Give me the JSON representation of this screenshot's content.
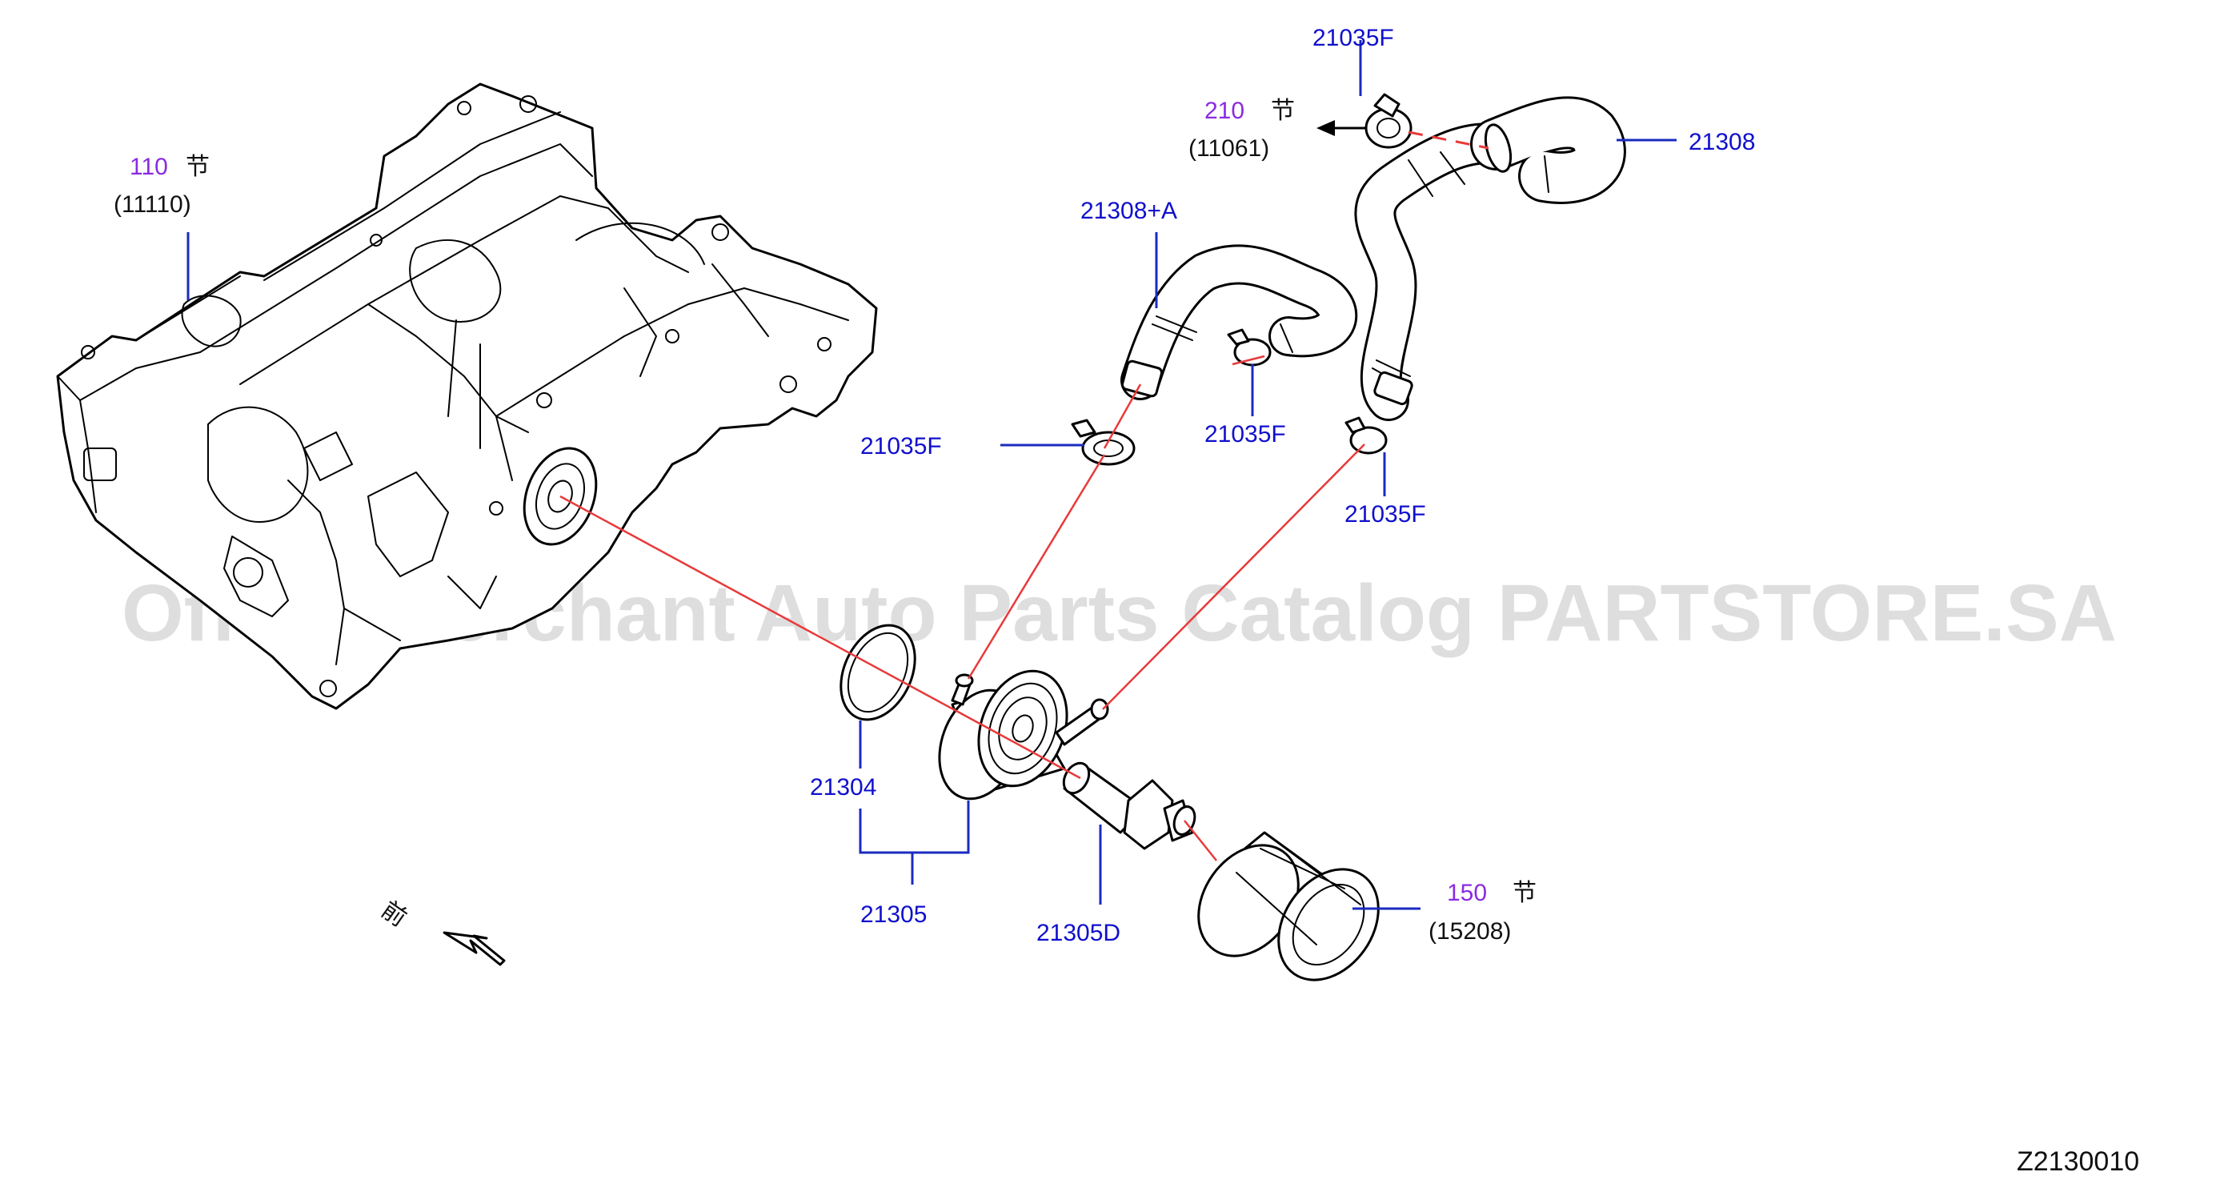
{
  "diagram": {
    "watermark": "Offers Merchant Auto Parts Catalog PARTSTORE.SA",
    "diagram_code": "Z2130010",
    "front_marker": "前",
    "colors": {
      "part_number": "#1010cc",
      "section_ref": "#8a2be2",
      "leader": "#1a2bbf",
      "connector": "#e83a3a"
    },
    "section_refs": {
      "engine_block": {
        "section": "110",
        "char": "节",
        "code": "(11110)"
      },
      "oil_line": {
        "section": "210",
        "char": "节",
        "code": "(11061)"
      },
      "oil_filter": {
        "section": "150",
        "char": "节",
        "code": "(15208)"
      }
    },
    "parts": {
      "hose_upper": "21308",
      "hose_a": "21308+A",
      "clamp_top": "21035F",
      "clamp_left": "21035F",
      "clamp_mid": "21035F",
      "clamp_right": "21035F",
      "o_ring": "21304",
      "oil_cooler": "21305",
      "connector_bolt": "21305D"
    }
  }
}
